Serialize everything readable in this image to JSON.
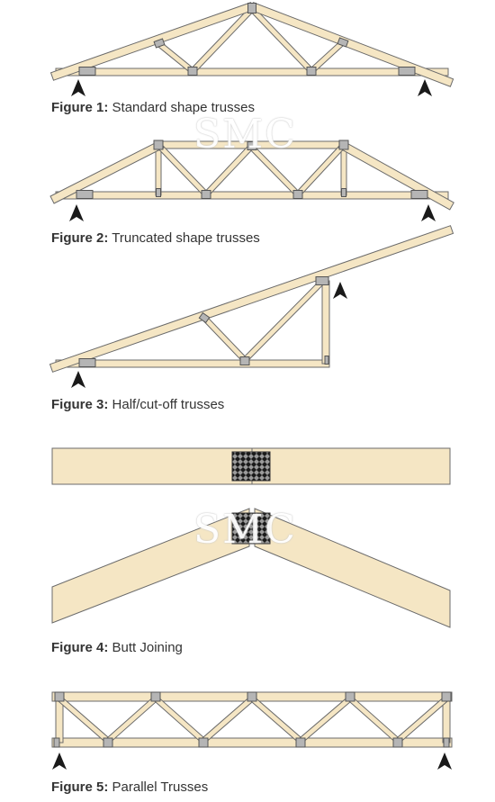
{
  "figures": [
    {
      "number": "Figure 1:",
      "title": "Standard shape trusses"
    },
    {
      "number": "Figure 2:",
      "title": "Truncated shape trusses"
    },
    {
      "number": "Figure 3:",
      "title": "Half/cut-off trusses"
    },
    {
      "number": "Figure 4:",
      "title": "Butt Joining"
    },
    {
      "number": "Figure 5:",
      "title": "Parallel Trusses"
    }
  ],
  "watermark": "SMC",
  "colors": {
    "timber_fill": "#f5e6c4",
    "timber_stroke": "#6b6b6b",
    "plate_fill": "#b5b5b5",
    "support": "#1a1a1a"
  }
}
